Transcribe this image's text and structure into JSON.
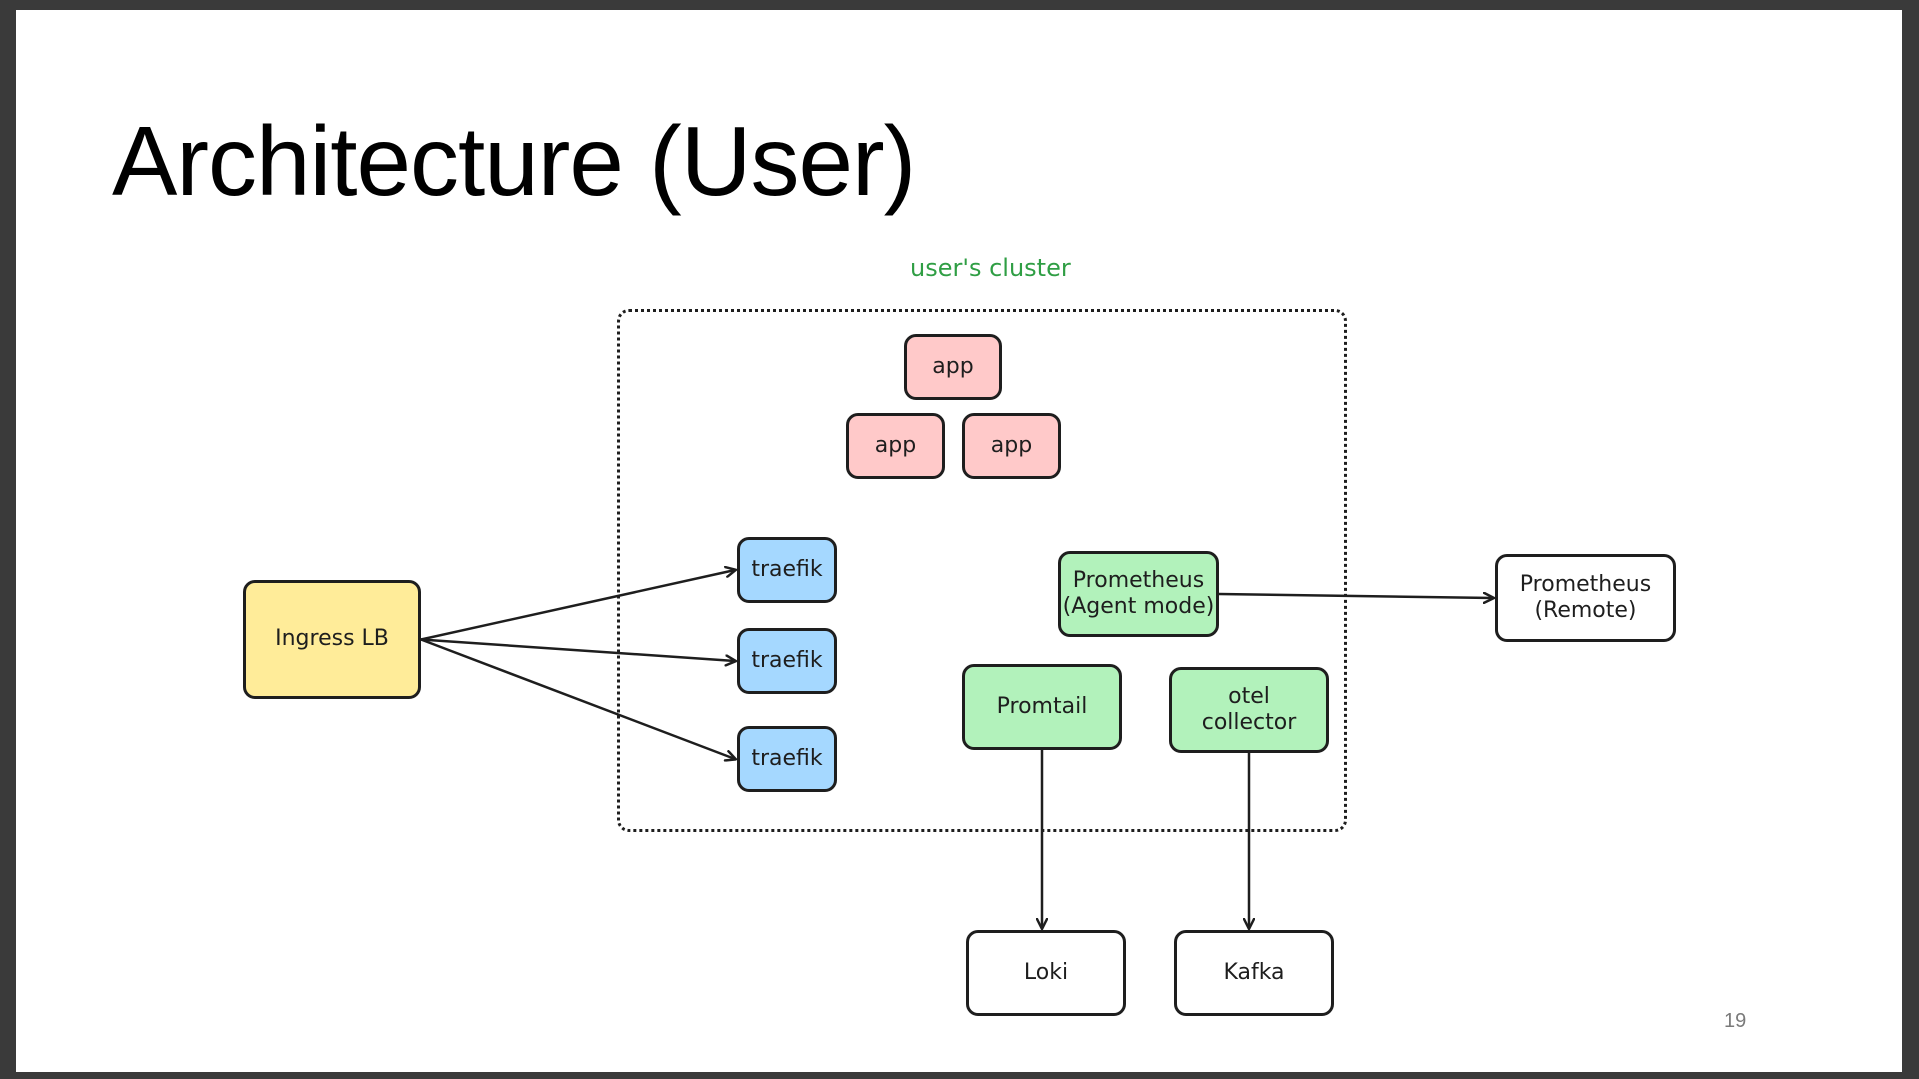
{
  "slide": {
    "title": "Architecture (User)",
    "page_number": "19"
  },
  "diagram": {
    "cluster_label": "user's cluster",
    "colors": {
      "cluster_label": "#2f9e44",
      "app": "#ffc9c9",
      "traefik": "#a5d8ff",
      "green_nodes": "#b2f2bb",
      "ingress": "#ffec99",
      "stroke": "#1e1e1e"
    },
    "nodes": {
      "app_top": "app",
      "app_left": "app",
      "app_right": "app",
      "traefik_1": "traefik",
      "traefik_2": "traefik",
      "traefik_3": "traefik",
      "prometheus_agent": "Prometheus\n(Agent mode)",
      "promtail": "Promtail",
      "otel_collector": "otel\ncollector",
      "ingress_lb": "Ingress LB",
      "prometheus_remote": "Prometheus\n(Remote)",
      "loki": "Loki",
      "kafka": "Kafka"
    },
    "edges": [
      {
        "from": "ingress_lb",
        "to": "traefik_1"
      },
      {
        "from": "ingress_lb",
        "to": "traefik_2"
      },
      {
        "from": "ingress_lb",
        "to": "traefik_3"
      },
      {
        "from": "prometheus_agent",
        "to": "prometheus_remote"
      },
      {
        "from": "promtail",
        "to": "loki"
      },
      {
        "from": "otel_collector",
        "to": "kafka"
      }
    ]
  }
}
